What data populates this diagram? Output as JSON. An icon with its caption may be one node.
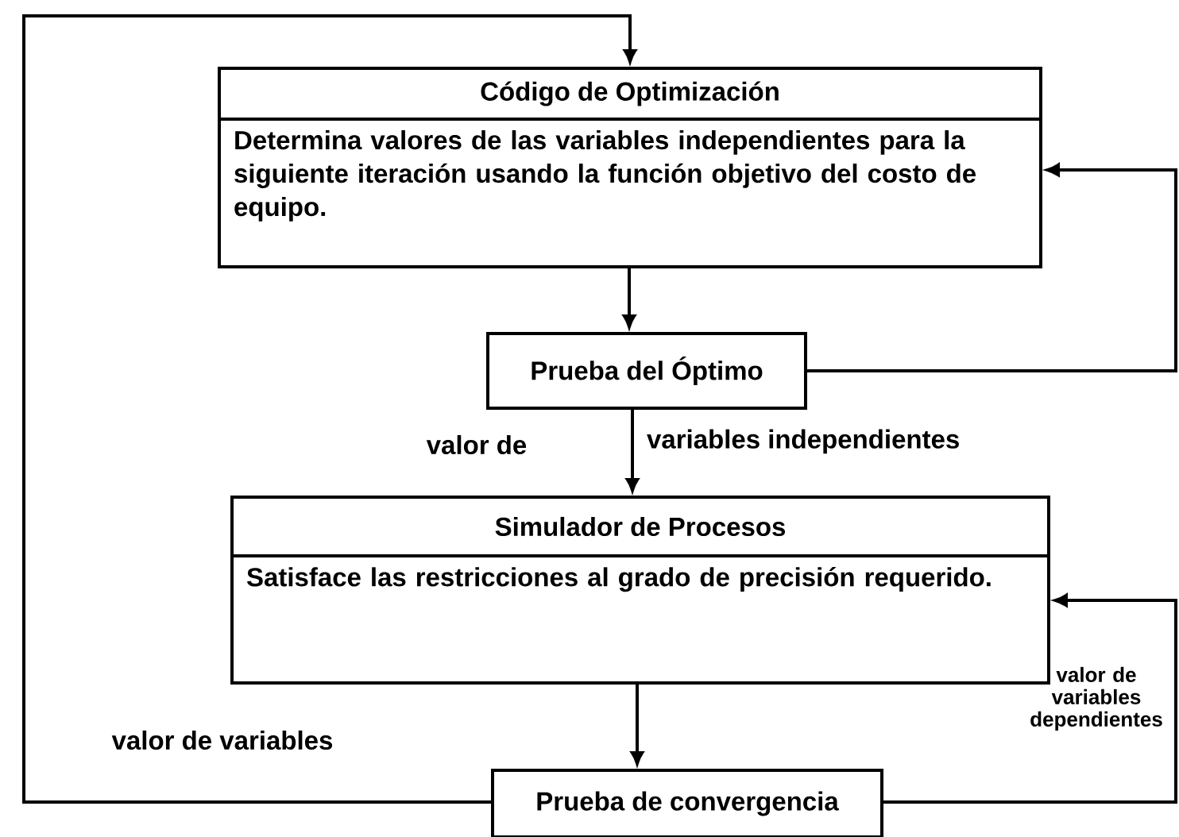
{
  "diagram": {
    "nodes": [
      {
        "text": [
          "Código de Optimización",
          "Determina valores de las variables independientes para la siguiente iteración usando la función objetivo del costo de equipo."
        ]
      },
      {
        "text": [
          "Prueba del Óptimo"
        ]
      },
      {
        "text": [
          "Simulador de Procesos",
          "Satisface las restricciones al grado de precisión requerido."
        ]
      },
      {
        "text": [
          "Prueba de convergencia"
        ]
      }
    ],
    "edges": [
      {
        "from": 0,
        "to": 1,
        "arrow": "to"
      },
      {
        "from": 1,
        "to": 2,
        "arrow": "to"
      },
      {
        "from": 2,
        "to": 3,
        "arrow": "to"
      },
      {
        "from": 3,
        "to": 0,
        "arrow": "to"
      },
      {
        "from": 1,
        "to": 0,
        "arrow": "to"
      },
      {
        "from": 3,
        "to": 2,
        "arrow": "to"
      }
    ],
    "labels": [
      "valor de",
      "variables independientes",
      "valor de variables",
      "valor de variables dependientes"
    ]
  }
}
